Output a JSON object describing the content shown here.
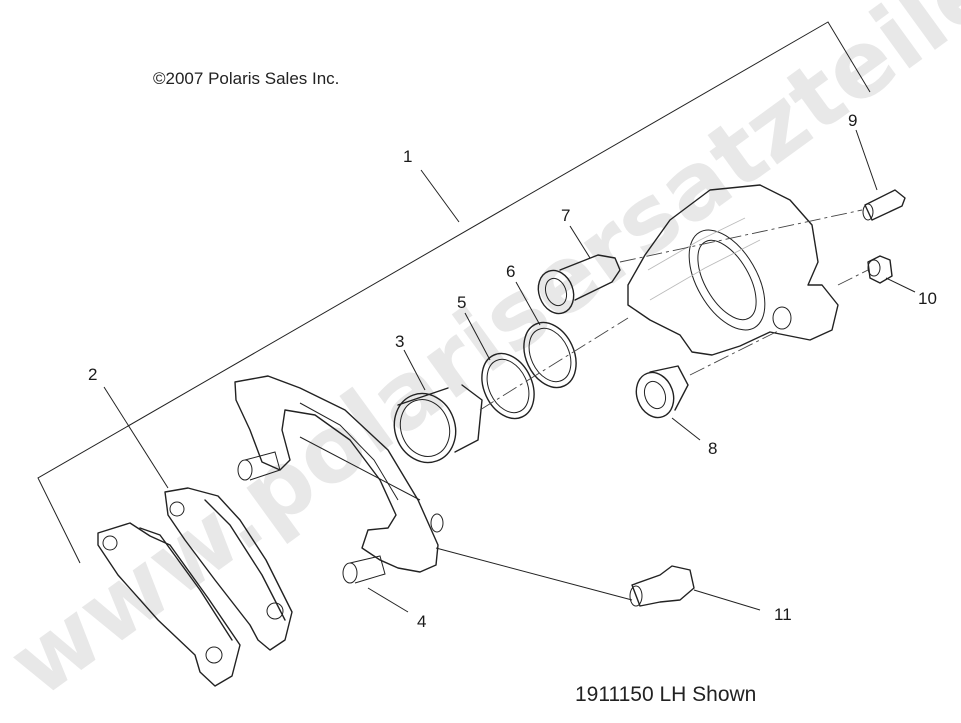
{
  "copyright": "©2007 Polaris Sales Inc.",
  "drawing_caption": "1911150 LH Shown",
  "watermark": "www.polarisersatzteile.de",
  "callouts": [
    {
      "id": "1",
      "text": "1"
    },
    {
      "id": "2",
      "text": "2"
    },
    {
      "id": "3",
      "text": "3"
    },
    {
      "id": "4",
      "text": "4"
    },
    {
      "id": "5",
      "text": "5"
    },
    {
      "id": "6",
      "text": "6"
    },
    {
      "id": "7",
      "text": "7"
    },
    {
      "id": "8",
      "text": "8"
    },
    {
      "id": "9",
      "text": "9"
    },
    {
      "id": "10",
      "text": "10"
    },
    {
      "id": "11",
      "text": "11"
    }
  ]
}
